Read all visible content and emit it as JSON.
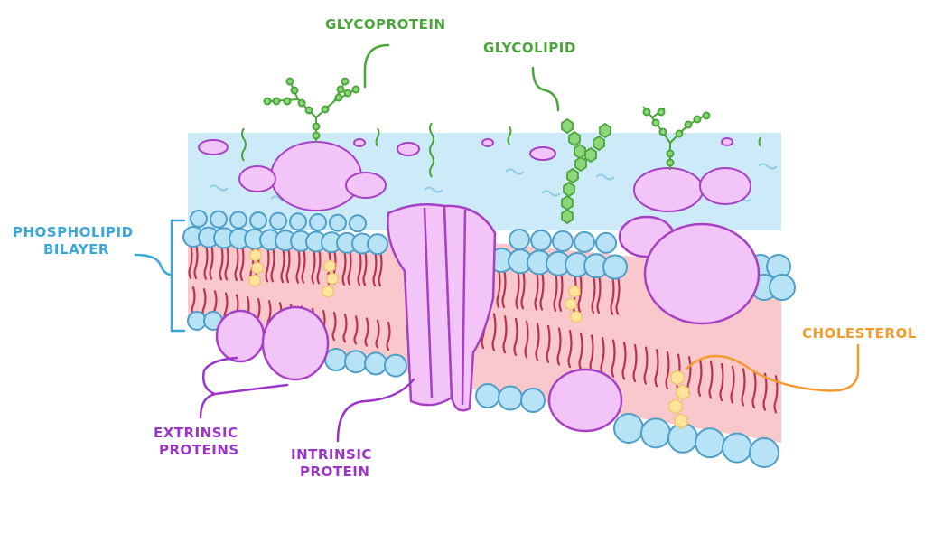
{
  "labels": {
    "glycoprotein": "GLYCOPROTEIN",
    "glycolipid": "GLYCOLIPID",
    "phospholipid_line1": "PHOSPHOLIPID",
    "phospholipid_line2": "BILAYER",
    "cholesterol": "CHOLESTEROL",
    "extrinsic_line1": "EXTRINSIC",
    "extrinsic_line2": "PROTEINS",
    "intrinsic_line1": "INTRINSIC",
    "intrinsic_line2": "PROTEIN"
  },
  "colors": {
    "green": "#4aa63a",
    "blue": "#3aa6d9",
    "purple": "#9b35c9",
    "orange": "#f59a2e",
    "protein_fill": "#f2c4f7",
    "protein_stroke": "#a640c4",
    "head_fill": "#b8e2f6",
    "head_stroke": "#4d9fc9",
    "tail": "#b8324f",
    "bilayer": "#f8c8cc",
    "fluid": "#cdeaf9",
    "cholesterol": "#fde49c"
  }
}
